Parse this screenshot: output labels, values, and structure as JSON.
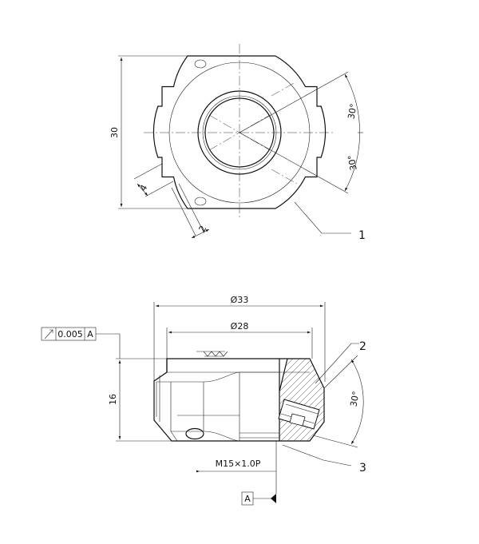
{
  "top_view": {
    "dim_height": "30",
    "dim_slot_width": "4",
    "dim_slot_depth": "2",
    "angle_upper": "30°",
    "angle_lower": "30°",
    "part_callout": "1"
  },
  "side_view": {
    "dim_outer_dia": "Ø33",
    "dim_inner_dia": "Ø28",
    "dim_height": "16",
    "angle": "30°",
    "thread": "M15×1.0P",
    "callout_upper": "2",
    "callout_lower": "3",
    "runout_tolerance": "0.005",
    "runout_datum": "A",
    "datum_label": "A"
  }
}
